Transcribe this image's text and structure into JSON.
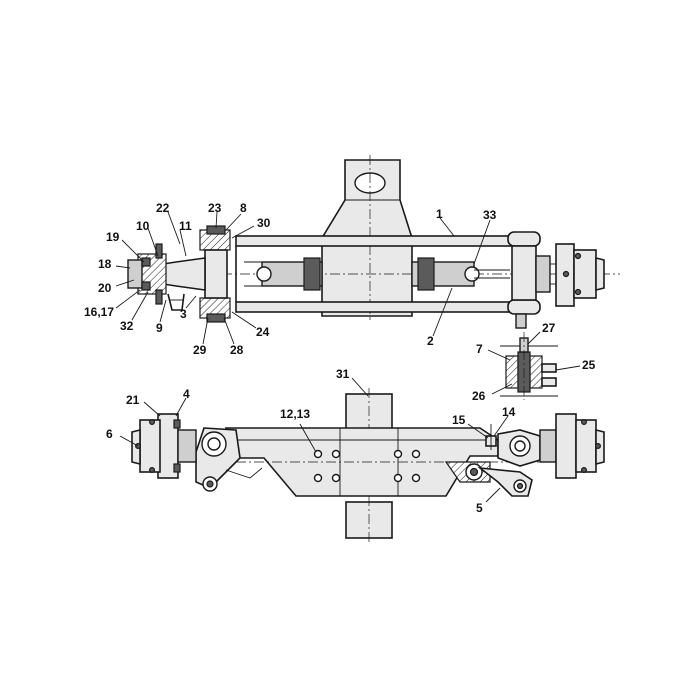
{
  "labels": {
    "top": [
      {
        "id": "1",
        "text": "1"
      },
      {
        "id": "33",
        "text": "33"
      },
      {
        "id": "23",
        "text": "23"
      },
      {
        "id": "8",
        "text": "8"
      },
      {
        "id": "30",
        "text": "30"
      },
      {
        "id": "22",
        "text": "22"
      },
      {
        "id": "10",
        "text": "10"
      },
      {
        "id": "11",
        "text": "11"
      },
      {
        "id": "19",
        "text": "19"
      },
      {
        "id": "18",
        "text": "18"
      },
      {
        "id": "20",
        "text": "20"
      },
      {
        "id": "16-17",
        "text": "16,17"
      },
      {
        "id": "32",
        "text": "32"
      },
      {
        "id": "9",
        "text": "9"
      },
      {
        "id": "3",
        "text": "3"
      },
      {
        "id": "29",
        "text": "29"
      },
      {
        "id": "28",
        "text": "28"
      },
      {
        "id": "24",
        "text": "24"
      },
      {
        "id": "2",
        "text": "2"
      }
    ],
    "detail": [
      {
        "id": "27",
        "text": "27"
      },
      {
        "id": "7",
        "text": "7"
      },
      {
        "id": "25",
        "text": "25"
      },
      {
        "id": "26",
        "text": "26"
      }
    ],
    "bottom": [
      {
        "id": "31",
        "text": "31"
      },
      {
        "id": "21",
        "text": "21"
      },
      {
        "id": "4",
        "text": "4"
      },
      {
        "id": "6",
        "text": "6"
      },
      {
        "id": "12-13",
        "text": "12,13"
      },
      {
        "id": "15",
        "text": "15"
      },
      {
        "id": "14",
        "text": "14"
      },
      {
        "id": "5",
        "text": "5"
      }
    ]
  }
}
